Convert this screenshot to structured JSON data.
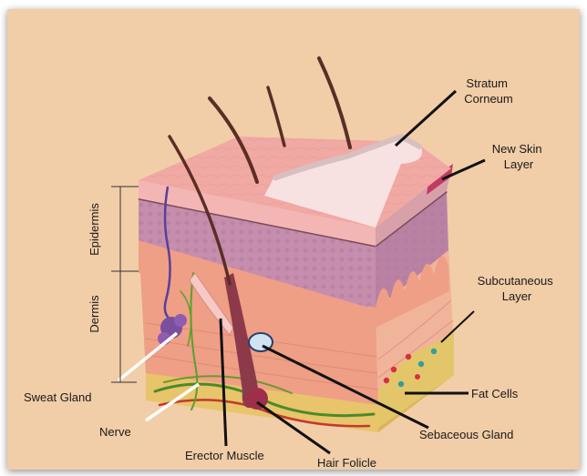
{
  "colors": {
    "background": "#f1cda8",
    "stratum_corneum": "#f6d5d3",
    "new_skin_layer": "#c23a62",
    "epidermis_band": "#c58cae",
    "dermis": "#ec9e85",
    "subcutaneous": "#e9c36a",
    "hair": "#5a2e25",
    "leader_line": "#111111"
  },
  "labels": {
    "stratum_corneum": [
      "Stratum",
      "Corneum"
    ],
    "new_skin_layer": [
      "New Skin",
      "Layer"
    ],
    "subcutaneous_layer": [
      "Subcutaneous",
      "Layer"
    ],
    "fat_cells": "Fat Cells",
    "sebaceous_gland": "Sebaceous Gland",
    "hair_folicle": "Hair Folicle",
    "erector_muscle": "Erector Muscle",
    "nerve": "Nerve",
    "sweat_gland": "Sweat Gland",
    "epidermis": "Epidermis",
    "dermis": "Dermis"
  }
}
